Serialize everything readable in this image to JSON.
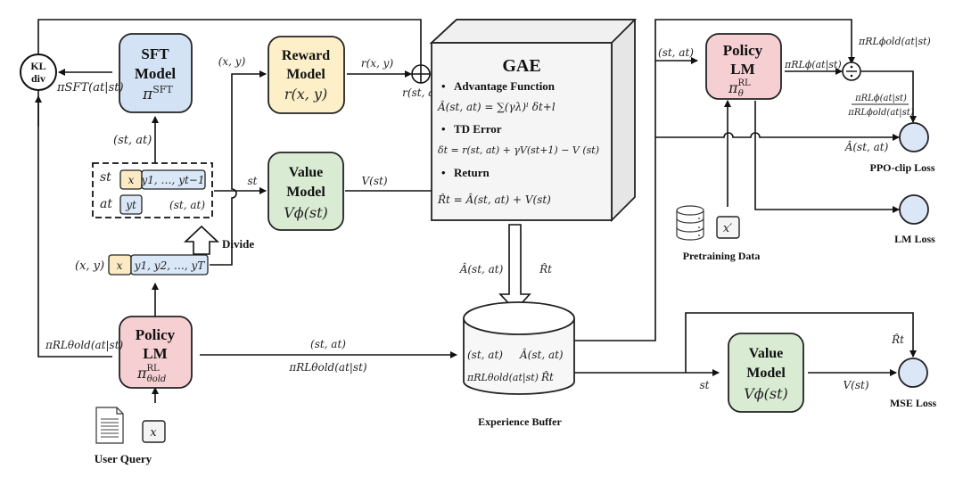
{
  "title": "RLHF PPO training pipeline diagram",
  "colors": {
    "sft": "#d3e3f5",
    "reward": "#fdf0c8",
    "value": "#d9ecd3",
    "policy": "#f5cfd2",
    "loss": "#dbe6f7",
    "token_x": "#fbeac4",
    "token_y": "#d9e7f7",
    "gae": "#f5f5f5",
    "buffer": "#f7f7f7"
  },
  "kl": {
    "line1": "KL",
    "line2": "div"
  },
  "sft_model": {
    "line1": "SFT",
    "line2": "Model",
    "symbol": "π",
    "sup": "SFT"
  },
  "reward_model": {
    "line1": "Reward",
    "line2": "Model",
    "formula": "r(x, y)"
  },
  "value_model_top": {
    "line1": "Value",
    "line2": "Model",
    "formula": "Vϕ(st)"
  },
  "policy_old": {
    "line1": "Policy",
    "line2": "LM",
    "symbol": "π",
    "sup": "RL",
    "sub": "θold"
  },
  "policy_new": {
    "line1": "Policy",
    "line2": "LM",
    "symbol": "π",
    "sup": "RL",
    "sub": "θ"
  },
  "value_model_bottom": {
    "line1": "Value",
    "line2": "Model",
    "formula": "Vϕ(st)"
  },
  "gae": {
    "title": "GAE",
    "items": [
      {
        "heading": "Advantage Function",
        "formula": "Â(st, at) = ∑(γλ)ˡ δt+l"
      },
      {
        "heading": "TD Error",
        "formula": "δt = r(st, at) + γV(st+1) − V (st)"
      },
      {
        "heading": "Return",
        "formula": "R̂t = Â(st, at) + V(st)"
      }
    ]
  },
  "divide_box": {
    "s_label": "st",
    "a_label": "at",
    "x_token": "x",
    "prefix_tokens": "y1, …, yt−1",
    "yt_token": "yt",
    "pair_label": "(st, at)",
    "divide_label": "Divide"
  },
  "sequence": {
    "label": "(x, y)",
    "x_token": "x",
    "y_tokens": "y1, y2, …, yT"
  },
  "user_query": {
    "label": "User Query",
    "token": "x"
  },
  "pretraining": {
    "label": "Pretraining Data",
    "token": "x′"
  },
  "buffer": {
    "label": "Experience Buffer",
    "cells": [
      "(st, at)",
      "Â(st, at)",
      "πRLθold(at|st)",
      "R̂t"
    ]
  },
  "edge_labels": {
    "pi_sft": "πSFT(at|st)",
    "st_at_to_sft": "(st, at)",
    "xy_to_reward": "(x, y)",
    "r_xy": "r(x, y)",
    "r_st_at": "r(st, at)",
    "st_to_value": "st",
    "v_st": "V(st)",
    "pi_old_to_kl": "πRLθold(at|st)",
    "policy_to_buffer_top": "(st, at)",
    "policy_to_buffer_bottom": "πRLθold(at|st)",
    "gae_adv": "Â(st, at)",
    "gae_ret": "R̂t",
    "st_at_to_policy": "(st, at)",
    "pi_phi": "πRLϕ(at|st)",
    "pi_phi_old": "πRLϕold(at|st)",
    "ratio_num": "πRLϕ(at|st)",
    "ratio_den": "πRLϕold(at|st)",
    "adv_to_ppo": "Â(st, at)",
    "st_to_value_bottom": "st",
    "v_st_bottom": "V(st)",
    "r_hat_to_mse": "R̂t"
  },
  "losses": {
    "ppo": "PPO-clip Loss",
    "lm": "LM Loss",
    "mse": "MSE Loss"
  },
  "operators": {
    "plus": "⊕",
    "divide": "÷"
  }
}
